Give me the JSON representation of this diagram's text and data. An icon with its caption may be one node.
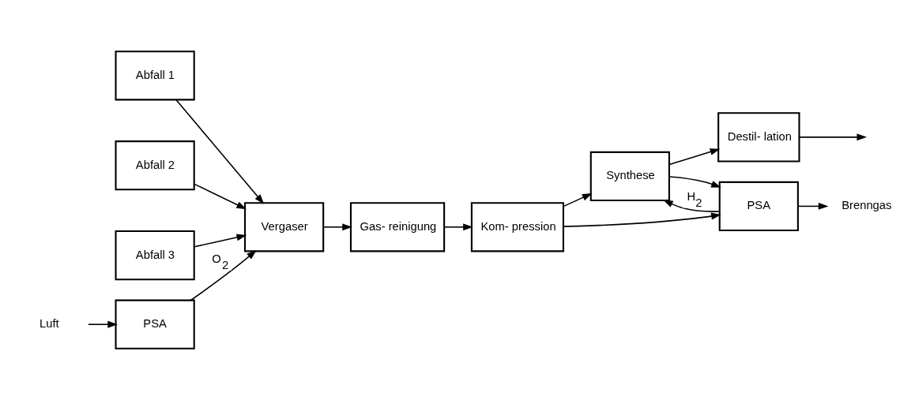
{
  "diagram": {
    "nodes": [
      {
        "text": [
          "Abfall 1"
        ]
      },
      {
        "text": [
          "Abfall 2"
        ]
      },
      {
        "text": [
          "Abfall 3"
        ]
      },
      {
        "text": [
          "Vergaser"
        ]
      },
      {
        "text": [
          "Gas- reinigung"
        ]
      },
      {
        "text": [
          "Kom- pression"
        ]
      },
      {
        "text": [
          "Synthese"
        ]
      },
      {
        "text": [
          "Destil- lation"
        ]
      },
      {
        "text": [
          "PSA"
        ]
      },
      {
        "text": [
          "PSA"
        ]
      },
      {
        "text": [
          "Luft"
        ]
      },
      {
        "text": [
          "Brenngas"
        ]
      }
    ],
    "edges": [
      {
        "from": 0,
        "to": 3,
        "arrow": "to"
      },
      {
        "from": 1,
        "to": 3,
        "arrow": "to"
      },
      {
        "from": 2,
        "to": 3,
        "arrow": "to"
      },
      {
        "from": 3,
        "to": 4,
        "arrow": "to"
      },
      {
        "from": 4,
        "to": 5,
        "arrow": "to"
      },
      {
        "from": 5,
        "to": 6,
        "arrow": "to"
      },
      {
        "from": 6,
        "to": 7,
        "arrow": "to"
      },
      {
        "from": 7,
        "to": null,
        "arrow": "to"
      },
      {
        "from": 8,
        "to": 3,
        "arrow": "to",
        "label": "O$_{2}$"
      },
      {
        "from": 10,
        "to": 8,
        "arrow": "to"
      },
      {
        "from": 5,
        "to": 9,
        "arrow": "to"
      },
      {
        "from": 6,
        "to": 9,
        "arrow": "to"
      },
      {
        "from": 9,
        "to": 6,
        "arrow": "to",
        "label": "H$_{2}$"
      },
      {
        "from": 9,
        "to": 11,
        "arrow": "to"
      }
    ]
  }
}
